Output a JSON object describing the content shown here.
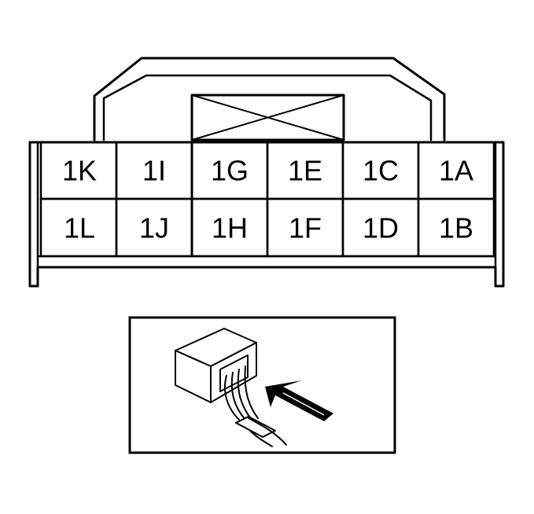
{
  "connector": {
    "pins_top": [
      "1K",
      "1I",
      "1G",
      "1E",
      "1C",
      "1A"
    ],
    "pins_bottom": [
      "1L",
      "1J",
      "1H",
      "1F",
      "1D",
      "1B"
    ]
  },
  "colors": {
    "line": "#000000",
    "background": "#ffffff"
  },
  "icons": {
    "inset": "connector-probe-icon",
    "arrow": "insert-arrow-icon"
  }
}
